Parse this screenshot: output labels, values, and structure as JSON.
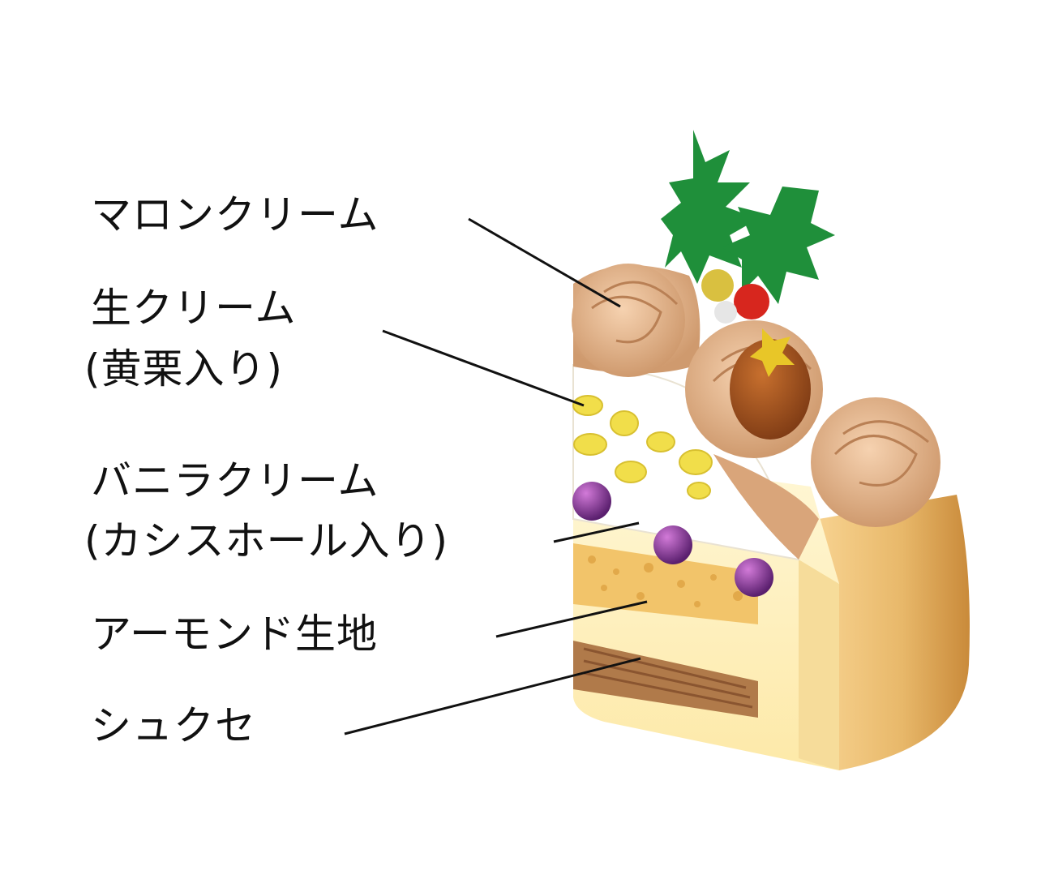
{
  "labels": {
    "marron_cream": "マロンクリーム",
    "fresh_cream_line1": "生クリーム",
    "fresh_cream_line2": "(黄栗入り)",
    "vanilla_cream_line1": "バニラクリーム",
    "vanilla_cream_line2": "(カシスホール入り)",
    "almond_sponge": "アーモンド生地",
    "choux": "シュクセ"
  },
  "colors": {
    "marron": "#d9a57a",
    "fresh_cream": "#ffffff",
    "vanilla_cream": "#fdf3c8",
    "almond_sponge": "#f2c46a",
    "choux": "#b07a4a",
    "holly_leaf": "#1f8f3a",
    "cassis": "#7a2f8a",
    "chestnut_piece": "#f1de4a",
    "leader_line": "#111111"
  }
}
